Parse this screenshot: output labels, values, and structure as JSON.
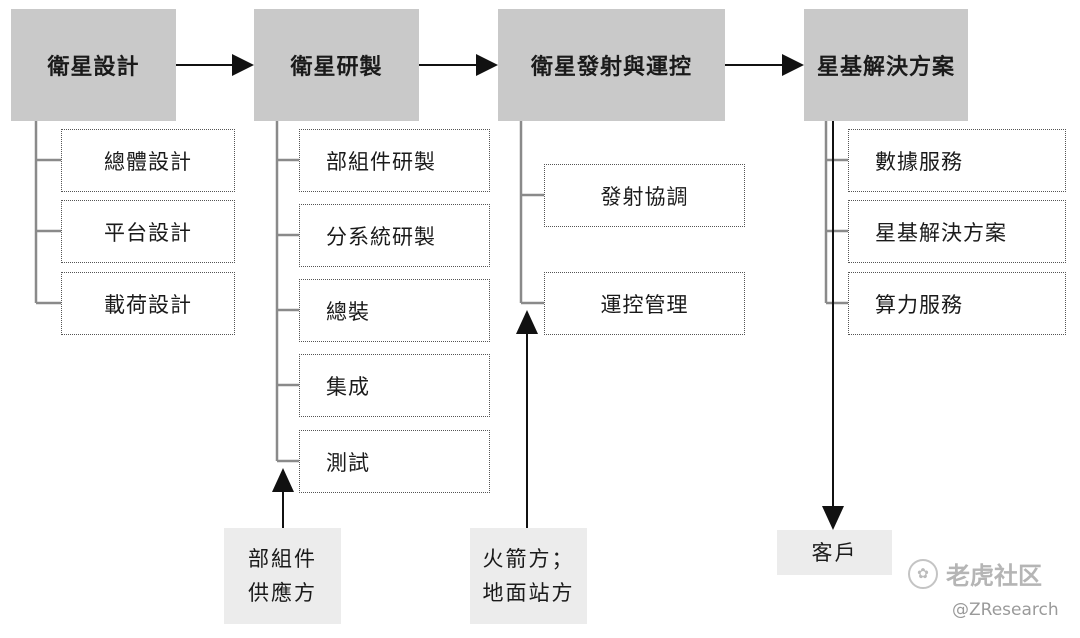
{
  "columns": [
    {
      "title": "衛星設計",
      "items": [
        "總體設計",
        "平台設計",
        "載荷設計"
      ]
    },
    {
      "title": "衛星研製",
      "items": [
        "部組件研製",
        "分系統研製",
        "總裝",
        "集成",
        "測試"
      ]
    },
    {
      "title": "衛星發射與運控",
      "items": [
        "發射協調",
        "運控管理"
      ]
    },
    {
      "title": "星基解決方案",
      "items": [
        "數據服務",
        "星基解決方案",
        "算力服務"
      ]
    }
  ],
  "inputs": {
    "components_supplier": [
      "部組件",
      "供應方"
    ],
    "launch_ground": [
      "火箭方；",
      "地面站方"
    ]
  },
  "output": {
    "customer": "客戶"
  },
  "watermark": {
    "brand": "老虎社区",
    "handle": "@ZResearch",
    "logo_glyph": "✿"
  },
  "colors": {
    "main_box": "#c9c9c9",
    "external_box": "#ececec",
    "line": "#8a8a8a",
    "arrow": "#111111"
  }
}
